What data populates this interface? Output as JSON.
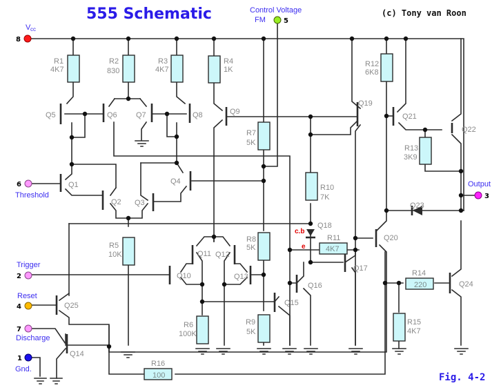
{
  "title": "555 Schematic",
  "copyright": "(c) Tony van Roon",
  "figure": "Fig. 4-2",
  "colors": {
    "title": "#2a1be8",
    "resistor_fill": "#ccf7fa",
    "wire": "#2b2b2b",
    "pin_vcc": "#ff1a1a",
    "pin_control": "#99ee22",
    "pin_threshold": "#ff99ff",
    "pin_trigger": "#ff99ff",
    "pin_reset": "#ffbb00",
    "pin_discharge": "#ff99ff",
    "pin_gnd": "#1a10ee",
    "pin_output": "#ff22ff",
    "annotation": "#e00000"
  },
  "pins": {
    "vcc": {
      "number": "8",
      "label": "V",
      "sub": "cc"
    },
    "control": {
      "number": "5",
      "label1": "Control Voltage",
      "label2": "FM"
    },
    "threshold": {
      "number": "6",
      "label": "Threshold"
    },
    "trigger": {
      "number": "2",
      "label": "Trigger"
    },
    "reset": {
      "number": "4",
      "label": "Reset"
    },
    "discharge": {
      "number": "7",
      "label": "Discharge"
    },
    "gnd": {
      "number": "1",
      "label": "Gnd."
    },
    "output": {
      "number": "3",
      "label": "Output"
    }
  },
  "resistors": {
    "R1": {
      "name": "R1",
      "value": "4K7"
    },
    "R2": {
      "name": "R2",
      "value": "830"
    },
    "R3": {
      "name": "R3",
      "value": "4K7"
    },
    "R4": {
      "name": "R4",
      "value": "1K"
    },
    "R5": {
      "name": "R5",
      "value": "10K"
    },
    "R6": {
      "name": "R6",
      "value": "100K"
    },
    "R7": {
      "name": "R7",
      "value": "5K"
    },
    "R8": {
      "name": "R8",
      "value": "5K"
    },
    "R9": {
      "name": "R9",
      "value": "5K"
    },
    "R10": {
      "name": "R10",
      "value": "7K"
    },
    "R11": {
      "name": "R11",
      "value": "4K7"
    },
    "R12": {
      "name": "R12",
      "value": "6K8"
    },
    "R13": {
      "name": "R13",
      "value": "3K9"
    },
    "R14": {
      "name": "R14",
      "value": "220"
    },
    "R15": {
      "name": "R15",
      "value": "4K7"
    },
    "R16": {
      "name": "R16",
      "value": "100"
    }
  },
  "transistors": {
    "Q1": "Q1",
    "Q2": "Q2",
    "Q3": "Q3",
    "Q4": "Q4",
    "Q5": "Q5",
    "Q6": "Q6",
    "Q7": "Q7",
    "Q8": "Q8",
    "Q9": "Q9",
    "Q10": "Q10",
    "Q11": "Q11",
    "Q12": "Q12",
    "Q13": "Q13",
    "Q14": "Q14",
    "Q15": "Q15",
    "Q16": "Q16",
    "Q17": "Q17",
    "Q18": "Q18",
    "Q19": "Q19",
    "Q20": "Q20",
    "Q21": "Q21",
    "Q22": "Q22",
    "Q23": "Q23",
    "Q24": "Q24",
    "Q25": "Q25"
  },
  "annotations": {
    "q18_cb": "c.b",
    "q18_e": "e"
  }
}
